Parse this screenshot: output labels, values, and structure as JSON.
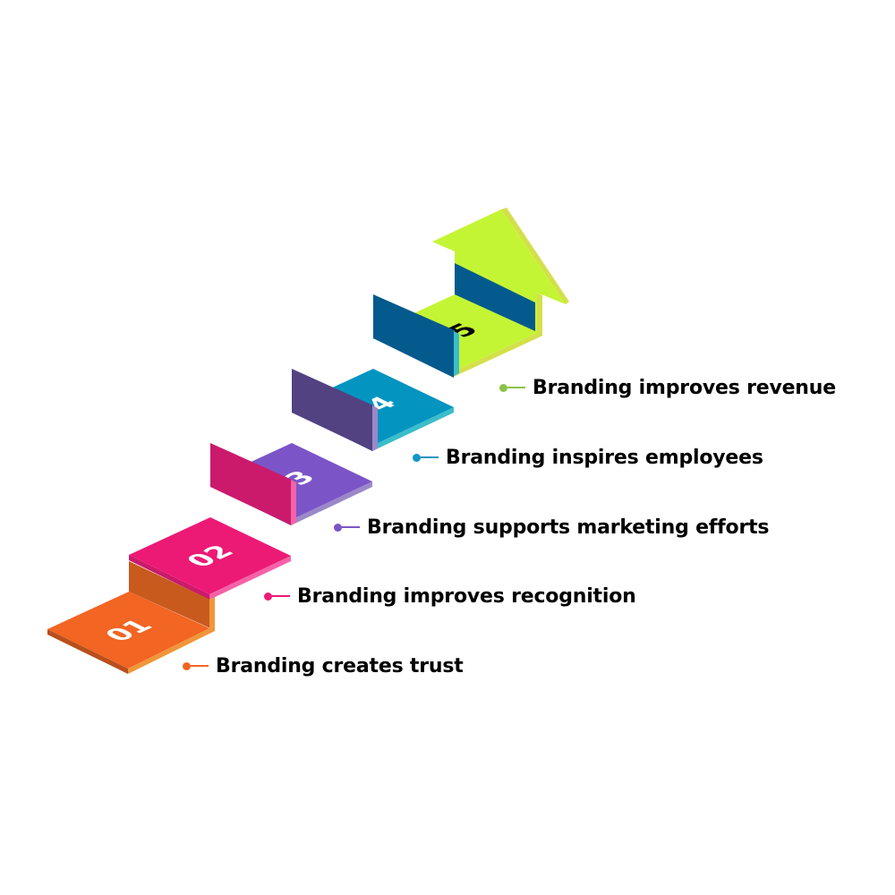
{
  "steps": [
    {
      "number": "01",
      "label": "Branding creates trust",
      "color": "#f26522"
    },
    {
      "number": "02",
      "label": "Branding improves recognition",
      "color": "#ec1a75"
    },
    {
      "number": "03",
      "label": "Branding supports marketing efforts",
      "color": "#7b55c7"
    },
    {
      "number": "04",
      "label": "Branding inspires employees",
      "color": "#0494c0"
    },
    {
      "number": "05",
      "label": "Branding improves revenue",
      "color": "#8bc34a"
    }
  ]
}
